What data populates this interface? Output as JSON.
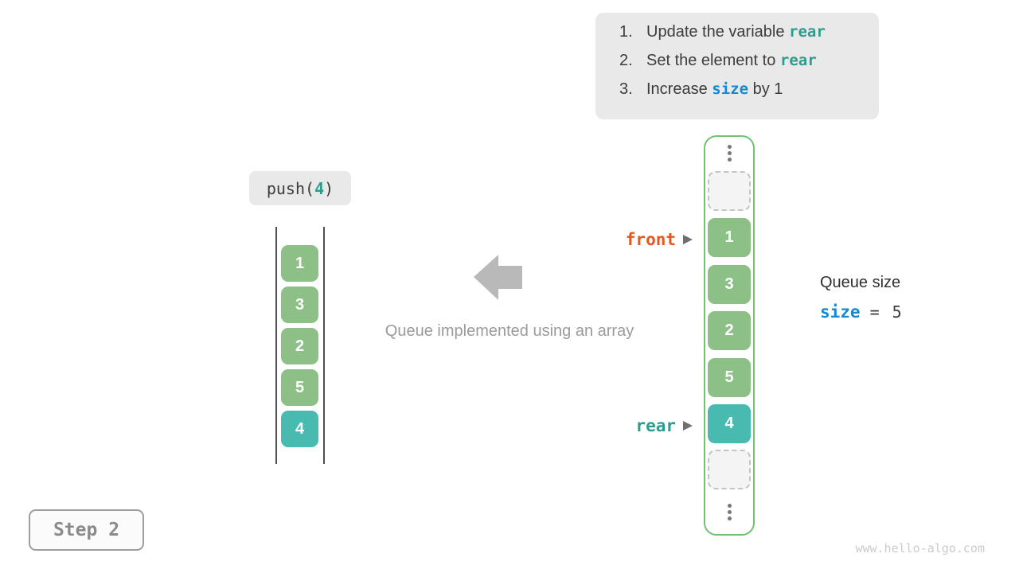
{
  "colors": {
    "note_bg": "#e9e9e9",
    "text_dark": "#3c3c3c",
    "text_darker": "#2f2f2f",
    "teal_code": "#2b9c8e",
    "blue_code": "#1789d0",
    "orange_code": "#e4571e",
    "cell_green": "#8cc087",
    "cell_teal": "#48bab0",
    "container_border": "#72c272",
    "gray_arrow": "#b9b9b9",
    "caption_gray": "#9b9b9b",
    "wall_dark": "#4f4f4f",
    "dashed_border": "#c4c4c4",
    "dashed_bg": "#f4f4f4",
    "dot_gray": "#777777",
    "pointer_arrow_gray": "#6f6f6f",
    "step_text": "#8b8b8b",
    "step_border": "#9e9e9e",
    "step_bg": "#fbfbfb",
    "watermark": "#cbcbcb"
  },
  "note": {
    "lines": [
      {
        "num": "1.",
        "pre": "Update the variable ",
        "code": "rear",
        "post": ""
      },
      {
        "num": "2.",
        "pre": "Set the element to ",
        "code": "rear",
        "post": ""
      },
      {
        "num": "3.",
        "pre": "Increase ",
        "code": "size",
        "post": " by 1"
      }
    ]
  },
  "push_call": {
    "pre": "push(",
    "arg": "4",
    "post": ")"
  },
  "left_queue": {
    "cells": [
      "1",
      "3",
      "2",
      "5",
      "4"
    ]
  },
  "caption": "Queue implemented using an array",
  "right_array": {
    "cells": [
      "1",
      "3",
      "2",
      "5",
      "4"
    ]
  },
  "pointers": {
    "front": {
      "label": "front"
    },
    "rear": {
      "label": "rear"
    }
  },
  "queue_size": {
    "title": "Queue size",
    "var": "size",
    "eq": "=",
    "value": "5"
  },
  "step_badge": {
    "label": "Step 2"
  },
  "watermark": "www.hello-algo.com"
}
